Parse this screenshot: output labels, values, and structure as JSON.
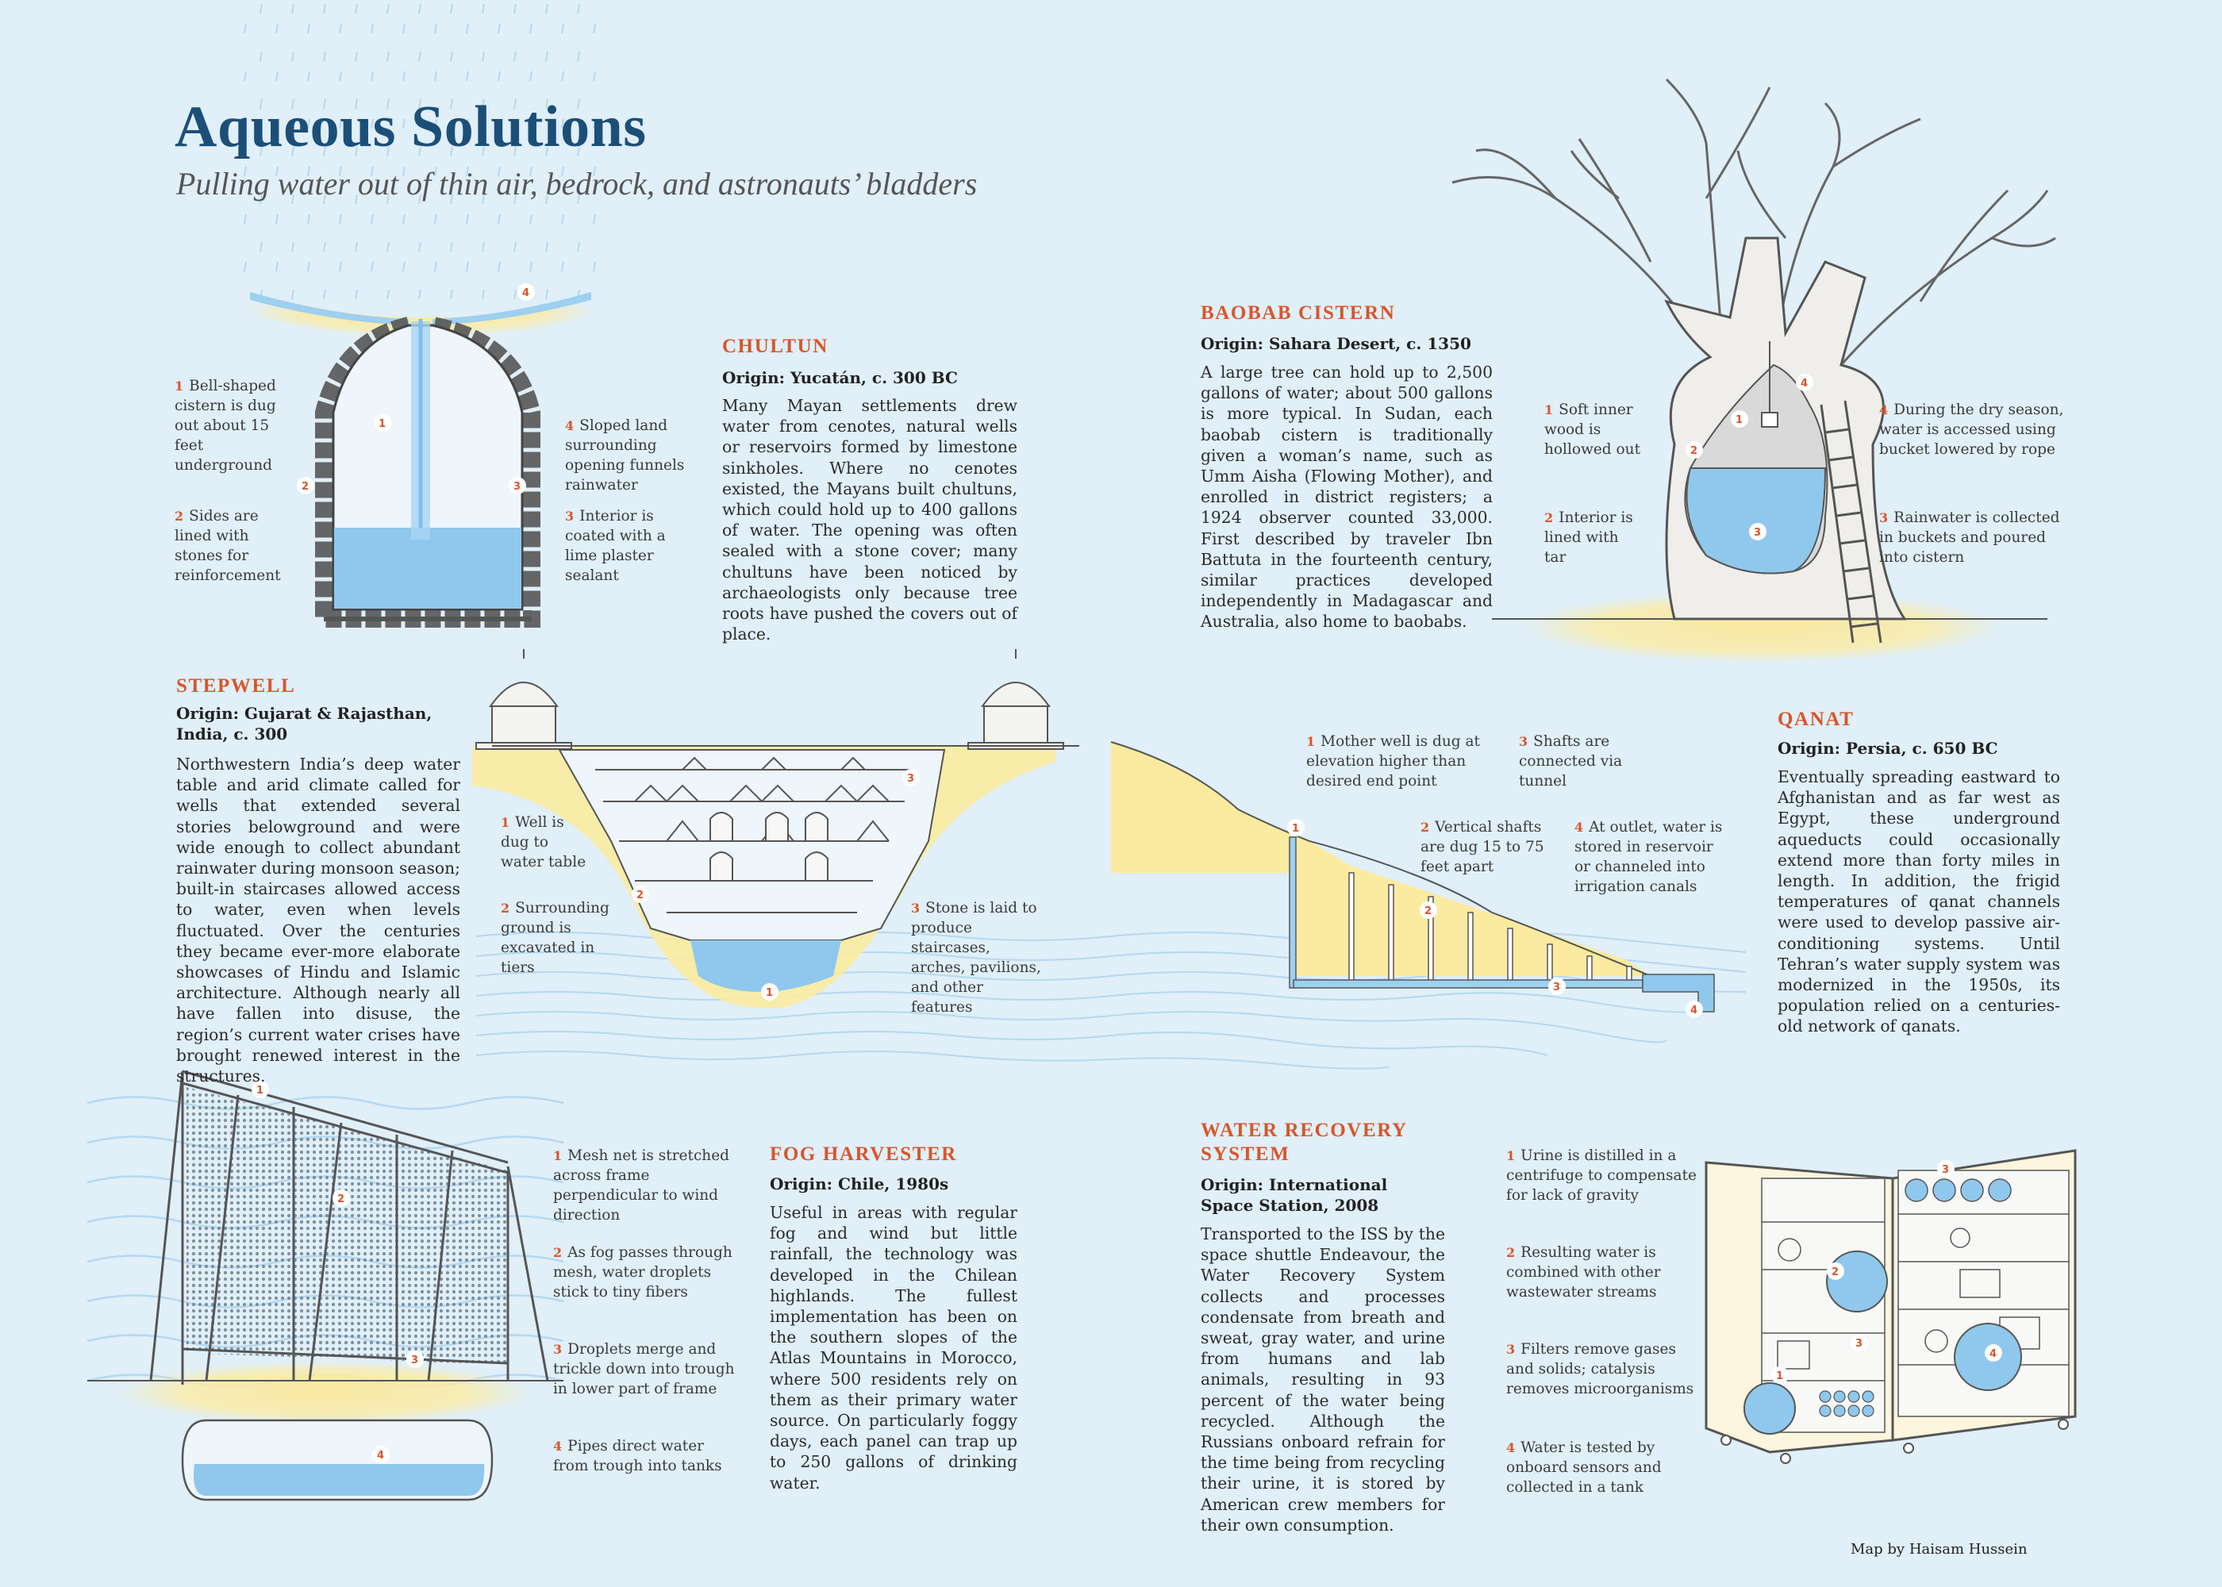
{
  "title": "Aqueous Solutions",
  "subtitle": "Pulling water out of thin air, bedrock, and astronauts’ bladders",
  "credit": "Map by Haisam Hussein",
  "colors": {
    "accent": "#d9552b",
    "title": "#1c4f78",
    "water": "#8fc8ec",
    "sand": "#fbeba0",
    "background": "#e0eff8"
  },
  "chultun": {
    "heading": "CHULTUN",
    "origin": "Origin: Yucatán, c. 300 BC",
    "body": "Many Mayan settlements drew water from cenotes, natural wells or reservoirs formed by limestone sinkholes. Where no cenotes existed, the Mayans built chultuns, which could hold up to 400 gallons of water. The opening was often sealed with a stone cover; many chultuns have been noticed by archaeologists only because tree roots have pushed the covers out of place.",
    "notes": [
      {
        "n": "1",
        "text": "Bell-shaped cistern is dug out about 15 feet underground"
      },
      {
        "n": "2",
        "text": "Sides are lined with stones for reinforcement"
      },
      {
        "n": "3",
        "text": "Interior is coated with a lime plaster sealant"
      },
      {
        "n": "4",
        "text": "Sloped land surrounding opening funnels rainwater"
      }
    ]
  },
  "baobab": {
    "heading": "BAOBAB CISTERN",
    "origin": "Origin: Sahara Desert, c. 1350",
    "body": "A large tree can hold up to 2,500 gallons of water; about 500 gallons is more typical. In Sudan, each baobab cistern is traditionally given a woman’s name, such as Umm Aisha (Flowing Mother), and enrolled in district registers; a 1924 observer counted 33,000. First described by traveler Ibn Battuta in the fourteenth century, similar practices developed independently in Madagascar and Australia, also home to baobabs.",
    "notes": [
      {
        "n": "1",
        "text": "Soft inner wood is hollowed out"
      },
      {
        "n": "2",
        "text": "Interior is lined with tar"
      },
      {
        "n": "3",
        "text": "Rainwater is collected in buckets and poured into cistern"
      },
      {
        "n": "4",
        "text": "During the dry season, water is accessed using bucket lowered by rope"
      }
    ]
  },
  "stepwell": {
    "heading": "STEPWELL",
    "origin": "Origin: Gujarat & Rajasthan, India, c. 300",
    "body": "Northwestern India’s deep water table and arid climate called for wells that extended several stories belowground and were wide enough to collect abundant rainwater during monsoon season; built-in staircases allowed access to water, even when levels fluctuated. Over the centuries they became ever-more elaborate showcases of Hindu and Islamic architecture. Although nearly all have fallen into disuse, the region’s current water crises have brought renewed interest in the structures.",
    "notes": [
      {
        "n": "1",
        "text": "Well is dug to water table"
      },
      {
        "n": "2",
        "text": "Surrounding ground is excavated in tiers"
      },
      {
        "n": "3",
        "text": "Stone is laid to produce staircases, arches, pavilions, and other features"
      }
    ]
  },
  "qanat": {
    "heading": "QANAT",
    "origin": "Origin: Persia, c. 650 BC",
    "body": "Eventually spreading eastward to Afghanistan and as far west as Egypt, these underground aqueducts could occasionally extend more than forty miles in length. In addition, the frigid temperatures of qanat channels were used to develop passive air-conditioning systems. Until Tehran’s water supply system was modernized in the 1950s, its population relied on a centuries-old network of qanats.",
    "notes": [
      {
        "n": "1",
        "text": "Mother well is dug at elevation higher than desired end point"
      },
      {
        "n": "2",
        "text": "Vertical shafts are dug 15 to 75 feet apart"
      },
      {
        "n": "3",
        "text": "Shafts are connected via tunnel"
      },
      {
        "n": "4",
        "text": "At outlet, water is stored in reservoir or channeled into irrigation canals"
      }
    ]
  },
  "fog": {
    "heading": "FOG HARVESTER",
    "origin": "Origin: Chile, 1980s",
    "body": "Useful in areas with regular fog and wind but little rainfall, the technology was developed in the Chilean highlands. The fullest implementation has been on the southern slopes of the Atlas Mountains in Morocco, where 500 residents rely on them as their primary water source. On particularly foggy days, each panel can trap up to 250 gallons of drinking water.",
    "notes": [
      {
        "n": "1",
        "text": "Mesh net is stretched across frame perpendicular to wind direction"
      },
      {
        "n": "2",
        "text": "As fog passes through mesh, water droplets stick to tiny fibers"
      },
      {
        "n": "3",
        "text": "Droplets merge and trickle down into trough in lower part of frame"
      },
      {
        "n": "4",
        "text": "Pipes direct water from trough into tanks"
      }
    ]
  },
  "recovery": {
    "heading": "WATER RECOVERY SYSTEM",
    "origin": "Origin: International Space Station, 2008",
    "body": "Transported to the ISS by the space shuttle Endeavour, the Water Recovery System collects and processes condensate from breath and sweat, gray water, and urine from humans and lab animals, resulting in 93 percent of the water being recycled. Although the Russians onboard refrain for the time being from recycling their urine, it is stored by American crew members for their own consumption.",
    "notes": [
      {
        "n": "1",
        "text": "Urine is distilled in a centrifuge to compensate for lack of gravity"
      },
      {
        "n": "2",
        "text": "Resulting water is combined with other wastewater streams"
      },
      {
        "n": "3",
        "text": "Filters remove gases and solids; catalysis removes microorganisms"
      },
      {
        "n": "4",
        "text": "Water is tested by onboard sensors and collected in a tank"
      }
    ]
  },
  "diagram_numbers": [
    "1",
    "2",
    "3",
    "4"
  ]
}
